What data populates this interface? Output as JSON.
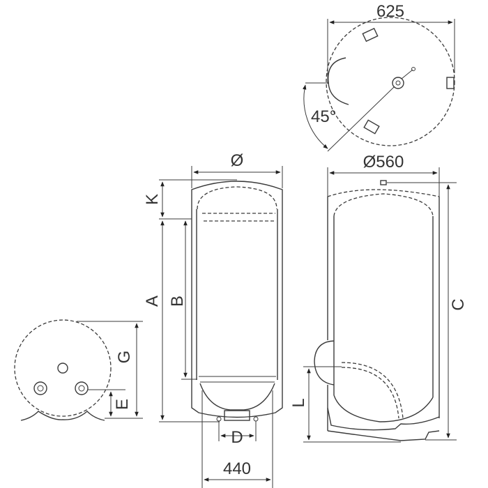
{
  "diagram": {
    "type": "technical-dimension-drawing",
    "subject": "water heater tank dimensions",
    "views": {
      "top_view": {
        "width_label": "625",
        "angle_label": "45°"
      },
      "front_view": {
        "diameter_label": "Ø",
        "height_labels": {
          "k": "K",
          "a": "A",
          "b": "B"
        },
        "bottom_labels": {
          "d": "D",
          "width": "440"
        }
      },
      "side_view": {
        "diameter_label": "Ø560",
        "height_labels": {
          "c": "C",
          "l": "L"
        }
      },
      "bottom_view": {
        "height_labels": {
          "g": "G",
          "e": "E"
        }
      }
    },
    "colors": {
      "line": "#3a3a3a",
      "text": "#333333",
      "background": "#ffffff"
    }
  }
}
